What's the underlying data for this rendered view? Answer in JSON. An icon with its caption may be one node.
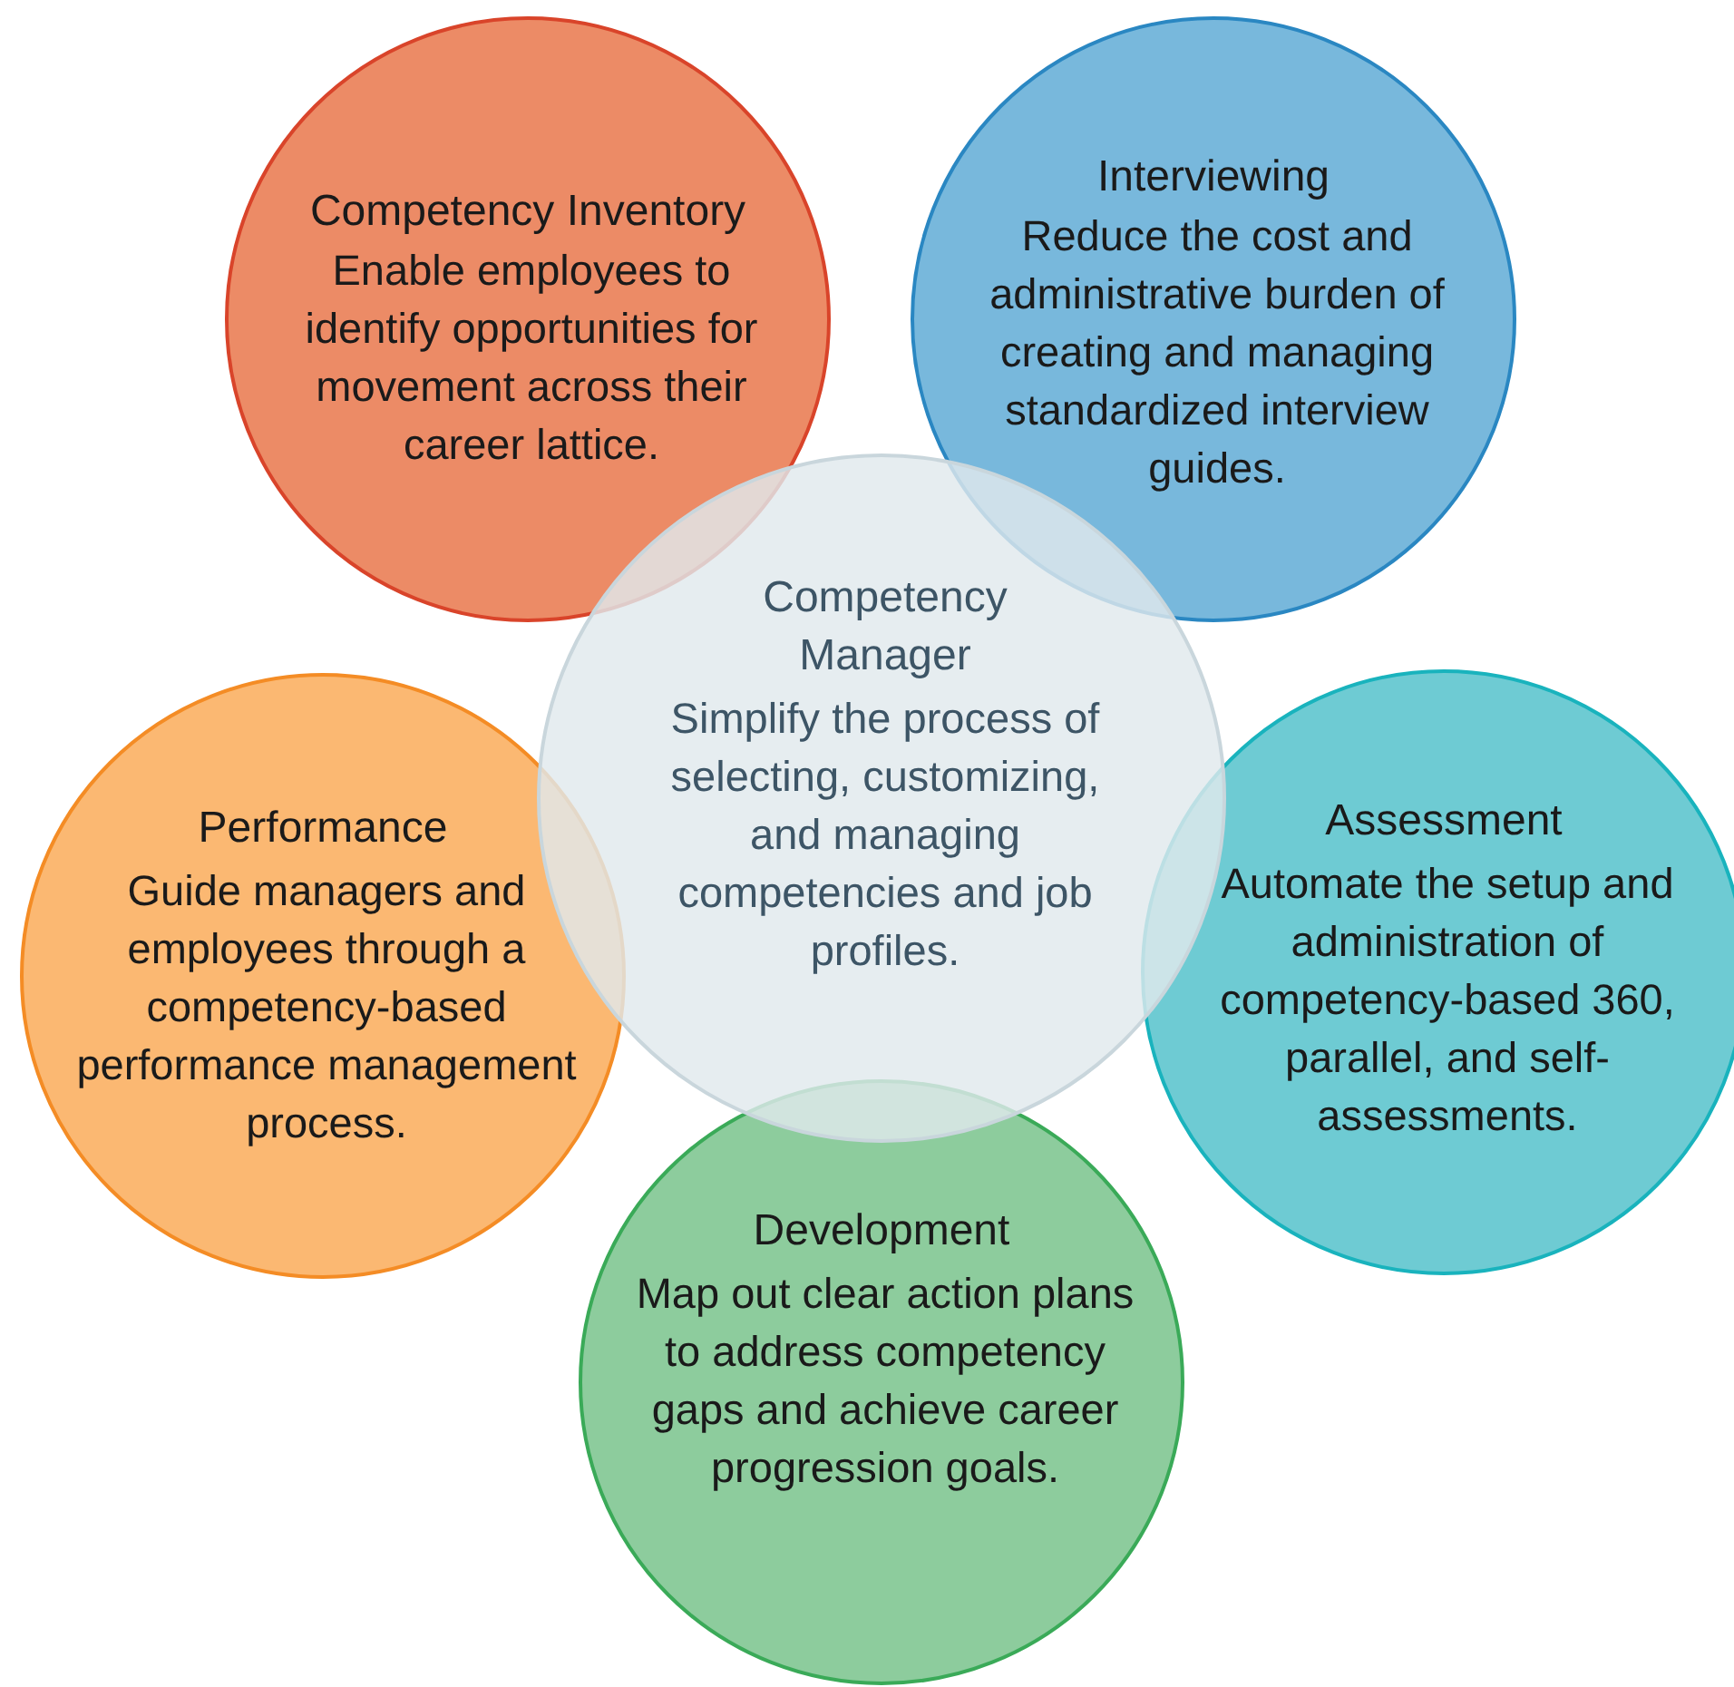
{
  "diagram": {
    "nodes": [
      {
        "text": [
          "Competency Inventory",
          "Enable employees to identify opportunities for movement across their career lattice."
        ]
      },
      {
        "text": [
          "Interviewing",
          "Reduce the cost and administrative burden of creating and managing standardized interview guides."
        ]
      },
      {
        "text": [
          "Competency Manager",
          "Simplify the process of selecting, customizing, and managing competencies and job profiles."
        ]
      },
      {
        "text": [
          "Performance",
          "Guide managers and employees through a competency-based performance management process."
        ]
      },
      {
        "text": [
          "Assessment",
          "Automate the setup and administration of competency-based 360, parallel, and self-assessments."
        ]
      },
      {
        "text": [
          "Development",
          "Map out clear action plans to address competency gaps and achieve career progression goals."
        ]
      }
    ]
  }
}
